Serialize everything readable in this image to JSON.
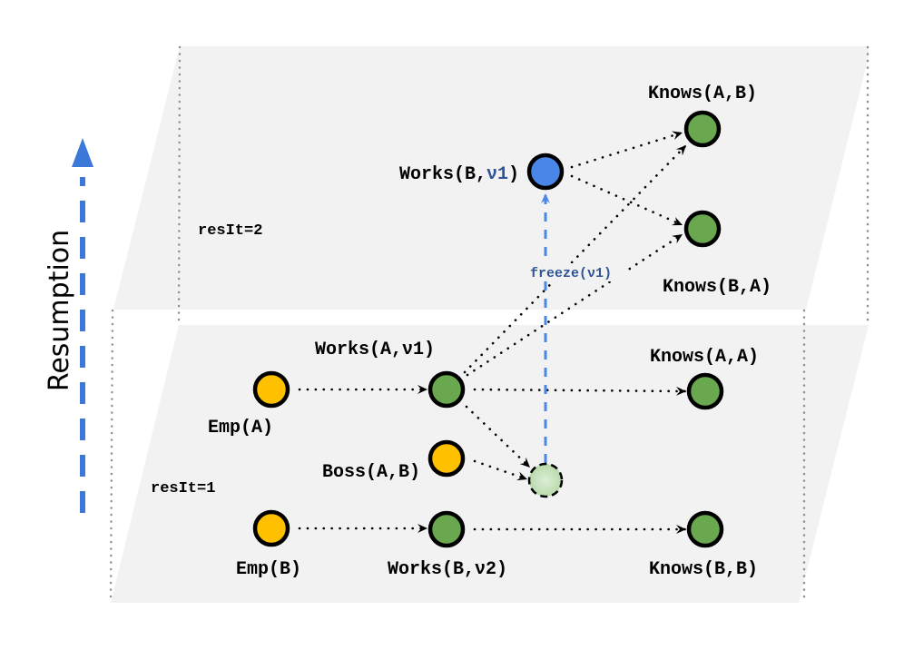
{
  "title": "Resumption of reasoning across iterations",
  "side_label": "Resumption",
  "colors": {
    "plane": "#f2f2f2",
    "guide": "#7f95a6",
    "input_node": "#ffc000",
    "derived_node": "#6aa84f",
    "resumed_node": "#4a86e8",
    "frozen_node_inner": "#dcefd6",
    "frozen_node_outer": "#b6d7a8",
    "freeze_text": "#2f5597",
    "resumption_arrow": "#3c78d8"
  },
  "planes": [
    {
      "id": "plane-2",
      "label": "resIt=2",
      "nodes": [
        {
          "id": "works-b-v1",
          "label_prefix": "Works(B,",
          "label_var": "ν1",
          "label_suffix": ")",
          "kind": "resumed"
        },
        {
          "id": "knows-a-b",
          "label": "Knows(A,B)",
          "kind": "derived"
        },
        {
          "id": "knows-b-a",
          "label": "Knows(B,A)",
          "kind": "derived"
        }
      ]
    },
    {
      "id": "plane-1",
      "label": "resIt=1",
      "nodes": [
        {
          "id": "emp-a",
          "label": "Emp(A)",
          "kind": "input"
        },
        {
          "id": "emp-b",
          "label": "Emp(B)",
          "kind": "input"
        },
        {
          "id": "boss-a-b",
          "label": "Boss(A,B)",
          "kind": "input"
        },
        {
          "id": "works-a-v1",
          "label": "Works(A,ν1)",
          "kind": "derived"
        },
        {
          "id": "works-b-v2",
          "label": "Works(B,ν2)",
          "kind": "derived"
        },
        {
          "id": "frozen",
          "label": "",
          "kind": "frozen"
        },
        {
          "id": "knows-a-a",
          "label": "Knows(A,A)",
          "kind": "derived"
        },
        {
          "id": "knows-b-b",
          "label": "Knows(B,B)",
          "kind": "derived"
        }
      ]
    }
  ],
  "edges": [
    {
      "from": "emp-a",
      "to": "works-a-v1",
      "style": "dotted"
    },
    {
      "from": "emp-b",
      "to": "works-b-v2",
      "style": "dotted"
    },
    {
      "from": "works-a-v1",
      "to": "knows-a-a",
      "style": "dotted"
    },
    {
      "from": "works-b-v2",
      "to": "knows-b-b",
      "style": "dotted"
    },
    {
      "from": "works-a-v1",
      "to": "frozen",
      "style": "dotted"
    },
    {
      "from": "boss-a-b",
      "to": "frozen",
      "style": "dotted"
    },
    {
      "from": "works-a-v1",
      "to": "knows-a-b",
      "style": "dotted"
    },
    {
      "from": "works-a-v1",
      "to": "knows-b-a",
      "style": "dotted"
    },
    {
      "from": "works-b-v1",
      "to": "knows-a-b",
      "style": "dotted"
    },
    {
      "from": "works-b-v1",
      "to": "knows-b-a",
      "style": "dotted"
    },
    {
      "from": "frozen",
      "to": "works-b-v1",
      "style": "blue-dashed",
      "label_prefix": "freeze(",
      "label_var": "ν1",
      "label_suffix": ")"
    }
  ],
  "labels": {
    "res_it_2": "resIt=2",
    "res_it_1": "resIt=1",
    "freeze": "freeze(ν1)",
    "works_b_prefix": "Works(B,",
    "works_b_var": "ν1",
    "works_b_suffix": ")",
    "knows_a_b": "Knows(A,B)",
    "knows_b_a": "Knows(B,A)",
    "works_a_v1": "Works(A,ν1)",
    "knows_a_a": "Knows(A,A)",
    "emp_a": "Emp(A)",
    "boss_a_b": "Boss(A,B)",
    "emp_b": "Emp(B)",
    "works_b_v2": "Works(B,ν2)",
    "knows_b_b": "Knows(B,B)"
  }
}
